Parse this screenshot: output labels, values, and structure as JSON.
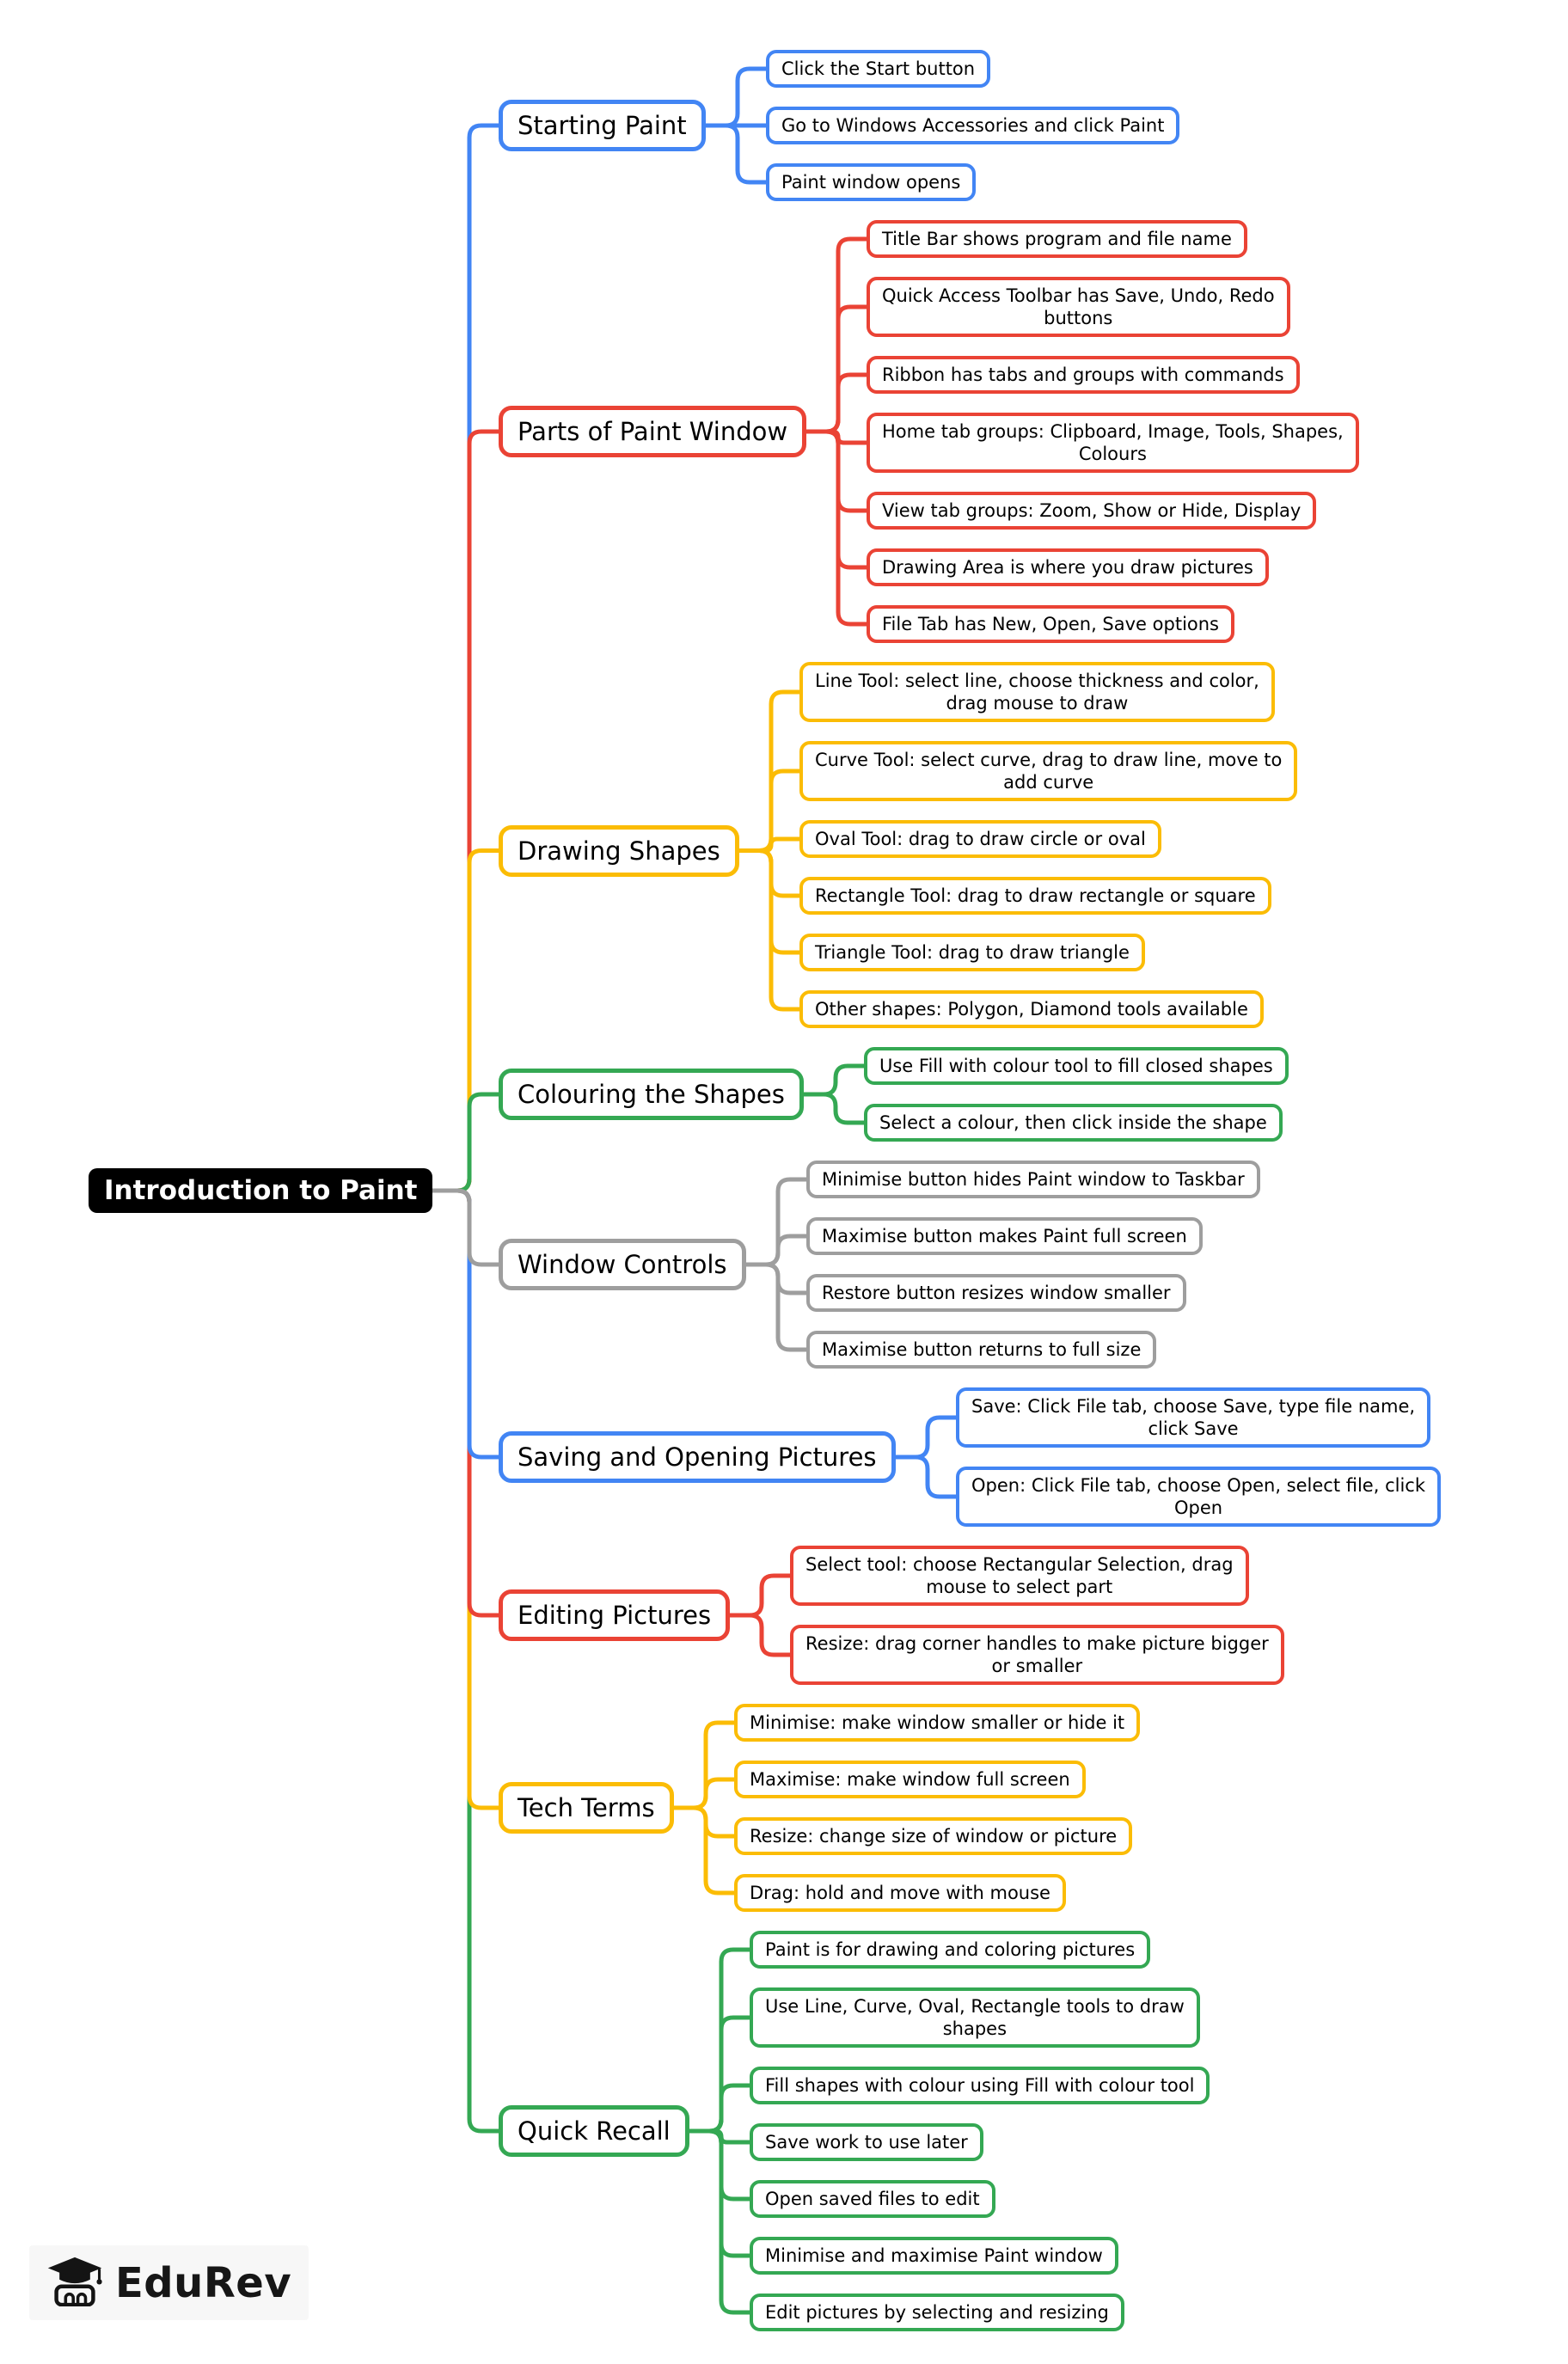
{
  "title": "Introduction to Paint",
  "colors": {
    "blue": "#4285F4",
    "red": "#EA4335",
    "yellow": "#FBBC05",
    "green": "#34A853",
    "gray": "#9E9E9E",
    "black": "#000000"
  },
  "branches": [
    {
      "label": "Starting Paint",
      "color": "blue",
      "children": [
        "Click the Start button",
        "Go to Windows Accessories and click Paint",
        "Paint window opens"
      ]
    },
    {
      "label": "Parts of Paint Window",
      "color": "red",
      "children": [
        "Title Bar shows program and file name",
        "Quick Access Toolbar has Save, Undo, Redo\nbuttons",
        "Ribbon has tabs and groups with commands",
        "Home tab groups: Clipboard, Image, Tools, Shapes,\nColours",
        "View tab groups: Zoom, Show or Hide, Display",
        "Drawing Area is where you draw pictures",
        "File Tab has New, Open, Save options"
      ]
    },
    {
      "label": "Drawing Shapes",
      "color": "yellow",
      "children": [
        "Line Tool: select line, choose thickness and color,\ndrag mouse to draw",
        "Curve Tool: select curve, drag to draw line, move to\nadd curve",
        "Oval Tool: drag to draw circle or oval",
        "Rectangle Tool: drag to draw rectangle or square",
        "Triangle Tool: drag to draw triangle",
        "Other shapes: Polygon, Diamond tools available"
      ]
    },
    {
      "label": "Colouring the Shapes",
      "color": "green",
      "children": [
        "Use Fill with colour tool to fill closed shapes",
        "Select a colour, then click inside the shape"
      ]
    },
    {
      "label": "Window Controls",
      "color": "gray",
      "children": [
        "Minimise button hides Paint window to Taskbar",
        "Maximise button makes Paint full screen",
        "Restore button resizes window smaller",
        "Maximise button returns to full size"
      ]
    },
    {
      "label": "Saving and Opening Pictures",
      "color": "blue",
      "children": [
        "Save: Click File tab, choose Save, type file name,\nclick Save",
        "Open: Click File tab, choose Open, select file, click\nOpen"
      ]
    },
    {
      "label": "Editing Pictures",
      "color": "red",
      "children": [
        "Select tool: choose Rectangular Selection, drag\nmouse to select part",
        "Resize: drag corner handles to make picture bigger\nor smaller"
      ]
    },
    {
      "label": "Tech Terms",
      "color": "yellow",
      "children": [
        "Minimise: make window smaller or hide it",
        "Maximise: make window full screen",
        "Resize: change size of window or picture",
        "Drag: hold and move with mouse"
      ]
    },
    {
      "label": "Quick Recall",
      "color": "green",
      "children": [
        "Paint is for drawing and coloring pictures",
        "Use Line, Curve, Oval, Rectangle tools to draw\nshapes",
        "Fill shapes with colour using Fill with colour tool",
        "Save work to use later",
        "Open saved files to edit",
        "Minimise and maximise Paint window",
        "Edit pictures by selecting and resizing"
      ]
    }
  ],
  "logo": {
    "text": "EduRev"
  }
}
